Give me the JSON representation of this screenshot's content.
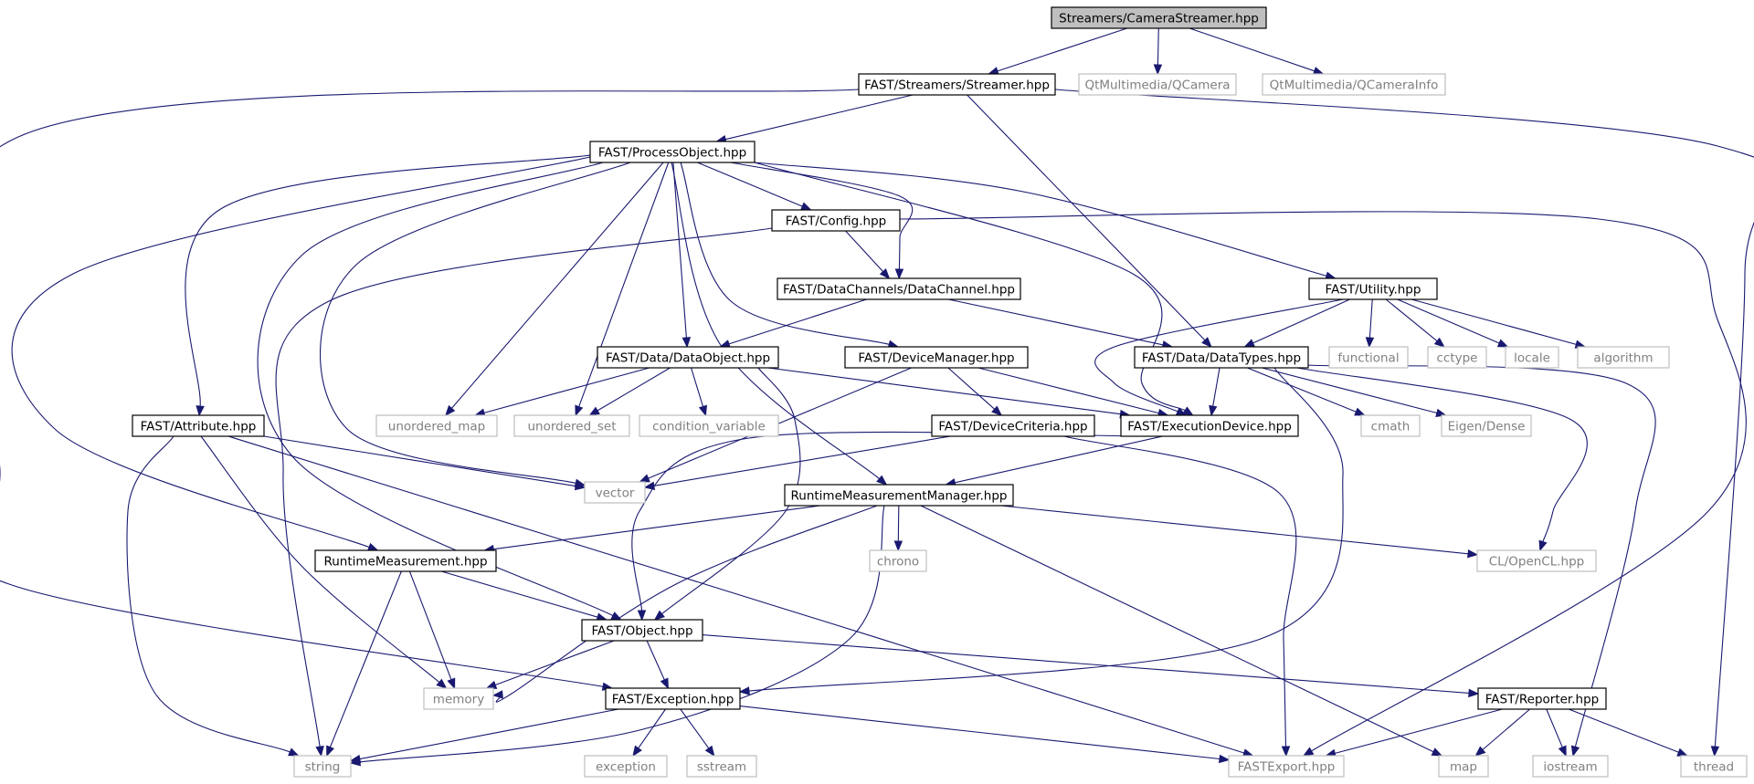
{
  "graph": {
    "colors": {
      "edge": "#191970",
      "root_fill": "#bfbfbf",
      "node_fill": "#ffffff",
      "node_border": "#000000",
      "external_border": "#bfbfbf",
      "external_text": "#808080",
      "text": "#000000"
    },
    "nodes": [
      {
        "id": "root",
        "label": "Streamers/CameraStreamer.hpp",
        "kind": "root"
      },
      {
        "id": "streamer",
        "label": "FAST/Streamers/Streamer.hpp",
        "kind": "file"
      },
      {
        "id": "qcamera",
        "label": "QtMultimedia/QCamera",
        "kind": "external"
      },
      {
        "id": "qcamerainfo",
        "label": "QtMultimedia/QCameraInfo",
        "kind": "external"
      },
      {
        "id": "processobject",
        "label": "FAST/ProcessObject.hpp",
        "kind": "file"
      },
      {
        "id": "config",
        "label": "FAST/Config.hpp",
        "kind": "file"
      },
      {
        "id": "datachannel",
        "label": "FAST/DataChannels/DataChannel.hpp",
        "kind": "file"
      },
      {
        "id": "utility",
        "label": "FAST/Utility.hpp",
        "kind": "file"
      },
      {
        "id": "dataobject",
        "label": "FAST/Data/DataObject.hpp",
        "kind": "file"
      },
      {
        "id": "devicemanager",
        "label": "FAST/DeviceManager.hpp",
        "kind": "file"
      },
      {
        "id": "datatypes",
        "label": "FAST/Data/DataTypes.hpp",
        "kind": "file"
      },
      {
        "id": "functional",
        "label": "functional",
        "kind": "external"
      },
      {
        "id": "cctype",
        "label": "cctype",
        "kind": "external"
      },
      {
        "id": "locale",
        "label": "locale",
        "kind": "external"
      },
      {
        "id": "algorithm",
        "label": "algorithm",
        "kind": "external"
      },
      {
        "id": "attribute",
        "label": "FAST/Attribute.hpp",
        "kind": "file"
      },
      {
        "id": "unordered_map",
        "label": "unordered_map",
        "kind": "external"
      },
      {
        "id": "unordered_set",
        "label": "unordered_set",
        "kind": "external"
      },
      {
        "id": "condition_variable",
        "label": "condition_variable",
        "kind": "external"
      },
      {
        "id": "devicecriteria",
        "label": "FAST/DeviceCriteria.hpp",
        "kind": "file"
      },
      {
        "id": "executiondevice",
        "label": "FAST/ExecutionDevice.hpp",
        "kind": "file"
      },
      {
        "id": "cmath",
        "label": "cmath",
        "kind": "external"
      },
      {
        "id": "eigendense",
        "label": "Eigen/Dense",
        "kind": "external"
      },
      {
        "id": "vector",
        "label": "vector",
        "kind": "external"
      },
      {
        "id": "rtmm",
        "label": "RuntimeMeasurementManager.hpp",
        "kind": "file"
      },
      {
        "id": "rtm",
        "label": "RuntimeMeasurement.hpp",
        "kind": "file"
      },
      {
        "id": "chrono",
        "label": "chrono",
        "kind": "external"
      },
      {
        "id": "opencl",
        "label": "CL/OpenCL.hpp",
        "kind": "external"
      },
      {
        "id": "object",
        "label": "FAST/Object.hpp",
        "kind": "file"
      },
      {
        "id": "memory",
        "label": "memory",
        "kind": "external"
      },
      {
        "id": "exception_hpp",
        "label": "FAST/Exception.hpp",
        "kind": "file"
      },
      {
        "id": "reporter",
        "label": "FAST/Reporter.hpp",
        "kind": "file"
      },
      {
        "id": "string",
        "label": "string",
        "kind": "external"
      },
      {
        "id": "exception",
        "label": "exception",
        "kind": "external"
      },
      {
        "id": "sstream",
        "label": "sstream",
        "kind": "external"
      },
      {
        "id": "fastexport",
        "label": "FASTExport.hpp",
        "kind": "external"
      },
      {
        "id": "map",
        "label": "map",
        "kind": "external"
      },
      {
        "id": "iostream",
        "label": "iostream",
        "kind": "external"
      },
      {
        "id": "thread",
        "label": "thread",
        "kind": "external"
      }
    ],
    "edges": [
      {
        "from": "root",
        "to": "streamer"
      },
      {
        "from": "root",
        "to": "qcamera"
      },
      {
        "from": "root",
        "to": "qcamerainfo"
      },
      {
        "from": "streamer",
        "to": "processobject"
      },
      {
        "from": "streamer",
        "to": "datatypes"
      },
      {
        "from": "streamer",
        "to": "exception_hpp"
      },
      {
        "from": "streamer",
        "to": "thread"
      },
      {
        "from": "processobject",
        "to": "config"
      },
      {
        "from": "processobject",
        "to": "datachannel"
      },
      {
        "from": "processobject",
        "to": "utility"
      },
      {
        "from": "processobject",
        "to": "dataobject"
      },
      {
        "from": "processobject",
        "to": "devicemanager"
      },
      {
        "from": "processobject",
        "to": "executiondevice"
      },
      {
        "from": "processobject",
        "to": "attribute"
      },
      {
        "from": "processobject",
        "to": "unordered_map"
      },
      {
        "from": "processobject",
        "to": "unordered_set"
      },
      {
        "from": "processobject",
        "to": "vector"
      },
      {
        "from": "processobject",
        "to": "rtmm"
      },
      {
        "from": "processobject",
        "to": "rtm"
      },
      {
        "from": "processobject",
        "to": "object"
      },
      {
        "from": "config",
        "to": "datachannel"
      },
      {
        "from": "config",
        "to": "string"
      },
      {
        "from": "config",
        "to": "fastexport"
      },
      {
        "from": "datachannel",
        "to": "dataobject"
      },
      {
        "from": "datachannel",
        "to": "datatypes"
      },
      {
        "from": "utility",
        "to": "datatypes"
      },
      {
        "from": "utility",
        "to": "executiondevice"
      },
      {
        "from": "utility",
        "to": "functional"
      },
      {
        "from": "utility",
        "to": "cctype"
      },
      {
        "from": "utility",
        "to": "locale"
      },
      {
        "from": "utility",
        "to": "algorithm"
      },
      {
        "from": "dataobject",
        "to": "unordered_map"
      },
      {
        "from": "dataobject",
        "to": "unordered_set"
      },
      {
        "from": "dataobject",
        "to": "condition_variable"
      },
      {
        "from": "dataobject",
        "to": "executiondevice"
      },
      {
        "from": "dataobject",
        "to": "object"
      },
      {
        "from": "devicemanager",
        "to": "devicecriteria"
      },
      {
        "from": "devicemanager",
        "to": "executiondevice"
      },
      {
        "from": "devicemanager",
        "to": "vector"
      },
      {
        "from": "datatypes",
        "to": "executiondevice"
      },
      {
        "from": "datatypes",
        "to": "cmath"
      },
      {
        "from": "datatypes",
        "to": "eigendense"
      },
      {
        "from": "datatypes",
        "to": "opencl"
      },
      {
        "from": "datatypes",
        "to": "exception_hpp"
      },
      {
        "from": "datatypes",
        "to": "iostream"
      },
      {
        "from": "attribute",
        "to": "vector"
      },
      {
        "from": "attribute",
        "to": "string"
      },
      {
        "from": "attribute",
        "to": "memory"
      },
      {
        "from": "attribute",
        "to": "fastexport"
      },
      {
        "from": "devicecriteria",
        "to": "vector"
      },
      {
        "from": "devicecriteria",
        "to": "fastexport"
      },
      {
        "from": "executiondevice",
        "to": "rtmm"
      },
      {
        "from": "executiondevice",
        "to": "object"
      },
      {
        "from": "rtmm",
        "to": "rtm"
      },
      {
        "from": "rtmm",
        "to": "chrono"
      },
      {
        "from": "rtmm",
        "to": "opencl"
      },
      {
        "from": "rtmm",
        "to": "memory"
      },
      {
        "from": "rtmm",
        "to": "string"
      },
      {
        "from": "rtmm",
        "to": "map"
      },
      {
        "from": "rtm",
        "to": "object"
      },
      {
        "from": "rtm",
        "to": "memory"
      },
      {
        "from": "rtm",
        "to": "string"
      },
      {
        "from": "object",
        "to": "exception_hpp"
      },
      {
        "from": "object",
        "to": "memory"
      },
      {
        "from": "object",
        "to": "reporter"
      },
      {
        "from": "exception_hpp",
        "to": "string"
      },
      {
        "from": "exception_hpp",
        "to": "exception"
      },
      {
        "from": "exception_hpp",
        "to": "sstream"
      },
      {
        "from": "exception_hpp",
        "to": "fastexport"
      },
      {
        "from": "reporter",
        "to": "fastexport"
      },
      {
        "from": "reporter",
        "to": "map"
      },
      {
        "from": "reporter",
        "to": "iostream"
      },
      {
        "from": "reporter",
        "to": "thread"
      }
    ]
  }
}
